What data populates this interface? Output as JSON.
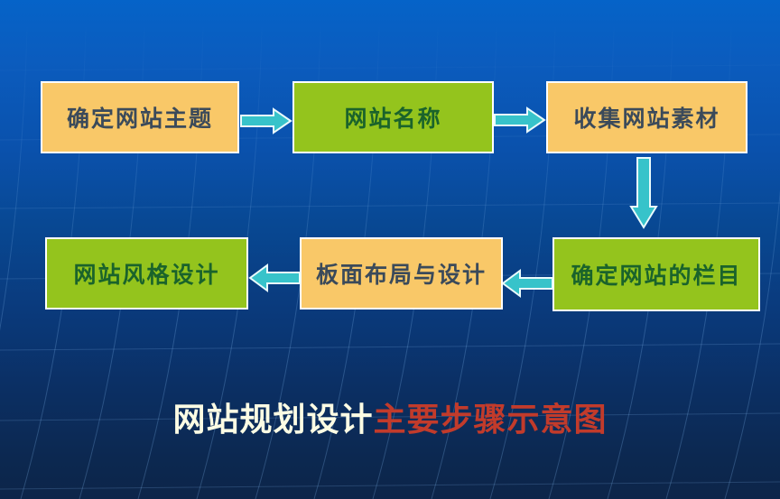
{
  "slide_title": {
    "main": "网站规划设计",
    "highlight": "主要步骤示意图"
  },
  "steps": [
    {
      "id": "step-1",
      "label": "确定网站主题",
      "variant": "orange"
    },
    {
      "id": "step-2",
      "label": "网站名称",
      "variant": "green"
    },
    {
      "id": "step-3",
      "label": "收集网站素材",
      "variant": "orange"
    },
    {
      "id": "step-4",
      "label": "确定网站的栏目",
      "variant": "green"
    },
    {
      "id": "step-5",
      "label": "板面布局与设计",
      "variant": "orange"
    },
    {
      "id": "step-6",
      "label": "网站风格设计",
      "variant": "green"
    }
  ],
  "arrows": [
    {
      "name": "arrow-right-icon",
      "direction": "right",
      "from": "step-1",
      "to": "step-2"
    },
    {
      "name": "arrow-right-icon",
      "direction": "right",
      "from": "step-2",
      "to": "step-3"
    },
    {
      "name": "arrow-down-icon",
      "direction": "down",
      "from": "step-3",
      "to": "step-4"
    },
    {
      "name": "arrow-left-icon",
      "direction": "left",
      "from": "step-4",
      "to": "step-5"
    },
    {
      "name": "arrow-left-icon",
      "direction": "left",
      "from": "step-5",
      "to": "step-6"
    }
  ],
  "colors": {
    "background_top": "#0563C8",
    "background_bottom": "#0C2549",
    "box_orange": "#F9C868",
    "box_green": "#94C41D",
    "box_border": "#FFFFFF",
    "box_text_orange": "#3B4A5A",
    "box_text_green": "#1A632B",
    "arrow_fill": "#37C3CA",
    "arrow_outline": "#EAFBFC",
    "title_main": "#FCFCE4",
    "title_highlight": "#C23B2B"
  }
}
